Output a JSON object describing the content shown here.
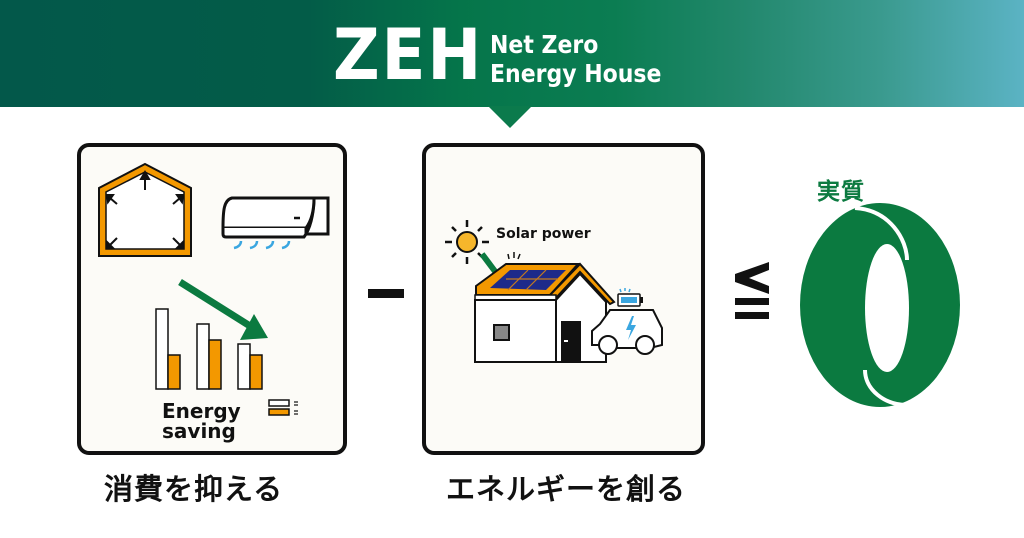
{
  "header": {
    "logo": "ZEH",
    "subtitle_line1": "Net Zero",
    "subtitle_line2": "Energy House"
  },
  "panels": [
    {
      "id": "save",
      "caption": "消費を抑える",
      "chart_label_line1": "Energy",
      "chart_label_line2": "saving",
      "icons": [
        "insulated-house-icon",
        "air-conditioner-icon",
        "downward-trend-arrow-icon",
        "bar-chart-icon",
        "legend-icon"
      ]
    },
    {
      "id": "create",
      "caption": "エネルギーを創る",
      "solar_label": "Solar power",
      "icons": [
        "sun-icon",
        "solar-panel-house-icon",
        "battery-icon",
        "electric-car-icon"
      ]
    }
  ],
  "operators": {
    "minus": "−",
    "leq": "≦"
  },
  "result": {
    "label": "実質",
    "value": "0"
  },
  "colors": {
    "brand_green": "#0b7a40",
    "accent_orange": "#f39800",
    "panel_blue": "#1d2a8a",
    "cool_blue": "#3aa6e0",
    "box_bg": "#fcfbf7"
  }
}
